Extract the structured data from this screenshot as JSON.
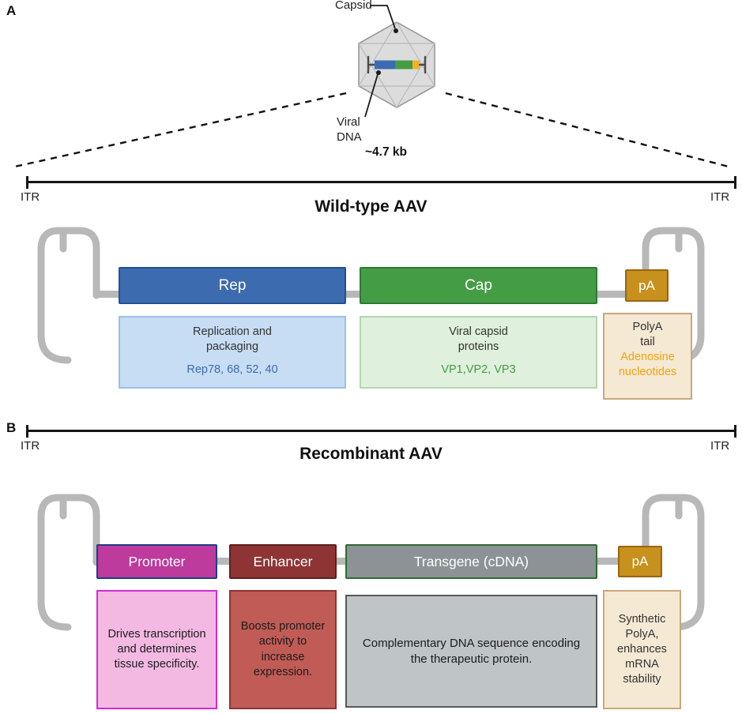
{
  "capsid": {
    "label": "Capsid",
    "viral_dna": "Viral\nDNA",
    "size": "~4.7 kb"
  },
  "panels": {
    "a": {
      "label": "A",
      "title": "Wild-type AAV",
      "itr_left": "ITR",
      "itr_right": "ITR",
      "genes": [
        {
          "label": "Rep"
        },
        {
          "label": "Cap"
        },
        {
          "label": "pA"
        }
      ],
      "notes": [
        {
          "title": "Replication and\npackaging",
          "detail": "Rep78, 68, 52, 40"
        },
        {
          "title": "Viral capsid\nproteins",
          "detail": "VP1,VP2, VP3"
        },
        {
          "title": "PolyA\ntail",
          "detail": "Adenosine\nnucleotides"
        }
      ]
    },
    "b": {
      "label": "B",
      "title": "Recombinant AAV",
      "itr_left": "ITR",
      "itr_right": "ITR",
      "genes": [
        {
          "label": "Promoter"
        },
        {
          "label": "Enhancer"
        },
        {
          "label": "Transgene (cDNA)"
        },
        {
          "label": "pA"
        }
      ],
      "notes": [
        {
          "text": "Drives transcription and determines tissue specificity."
        },
        {
          "text": "Boosts promoter activity to increase expression."
        },
        {
          "text": "Complementary DNA sequence encoding the therapeutic protein."
        },
        {
          "text": "Synthetic PolyA, enhances mRNA stability"
        }
      ]
    }
  },
  "colors": {
    "rep_blue": "#3c6bb0",
    "cap_green": "#449d44",
    "pa_gold": "#c8901c",
    "promoter_magenta": "#be3a9c",
    "enhancer_red": "#8e3434",
    "transgene_gray": "#8c9296",
    "note_blue": "#c7ddf4",
    "note_green": "#dff0dc",
    "note_tan": "#f5e9d4",
    "note_pink": "#f3b9e3",
    "note_red": "#c05b55",
    "note_gray": "#bfc4c7",
    "backbone_gray": "#b8b8b8",
    "adenosine_orange": "#f2a20c"
  }
}
